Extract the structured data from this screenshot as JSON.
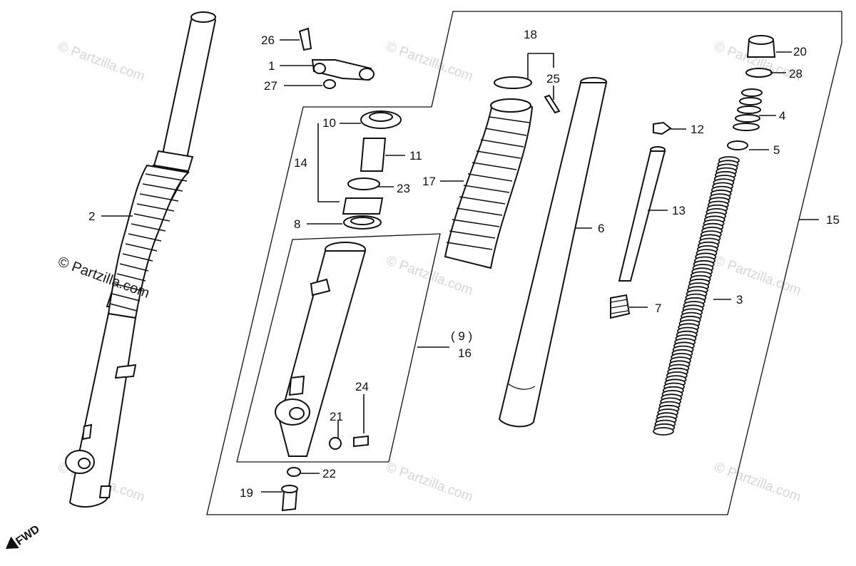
{
  "callouts": [
    {
      "id": "c1",
      "text": "1"
    },
    {
      "id": "c2",
      "text": "2"
    },
    {
      "id": "c3",
      "text": "3"
    },
    {
      "id": "c4",
      "text": "4"
    },
    {
      "id": "c5",
      "text": "5"
    },
    {
      "id": "c6",
      "text": "6"
    },
    {
      "id": "c7",
      "text": "7"
    },
    {
      "id": "c8",
      "text": "8"
    },
    {
      "id": "c9",
      "text": "( 9 )"
    },
    {
      "id": "c10",
      "text": "10"
    },
    {
      "id": "c11",
      "text": "11"
    },
    {
      "id": "c12",
      "text": "12"
    },
    {
      "id": "c13",
      "text": "13"
    },
    {
      "id": "c14",
      "text": "14"
    },
    {
      "id": "c15",
      "text": "15"
    },
    {
      "id": "c16",
      "text": "16"
    },
    {
      "id": "c17",
      "text": "17"
    },
    {
      "id": "c18",
      "text": "18"
    },
    {
      "id": "c19",
      "text": "19"
    },
    {
      "id": "c20",
      "text": "20"
    },
    {
      "id": "c21",
      "text": "21"
    },
    {
      "id": "c22",
      "text": "22"
    },
    {
      "id": "c23",
      "text": "23"
    },
    {
      "id": "c24",
      "text": "24"
    },
    {
      "id": "c25",
      "text": "25"
    },
    {
      "id": "c26",
      "text": "26"
    },
    {
      "id": "c27",
      "text": "27"
    },
    {
      "id": "c28",
      "text": "28"
    }
  ],
  "watermark": {
    "text": "© Partzilla.com",
    "color": "#d6d6d6",
    "dark_color": "#1a1a1a"
  },
  "direction": {
    "text": "FWD"
  }
}
